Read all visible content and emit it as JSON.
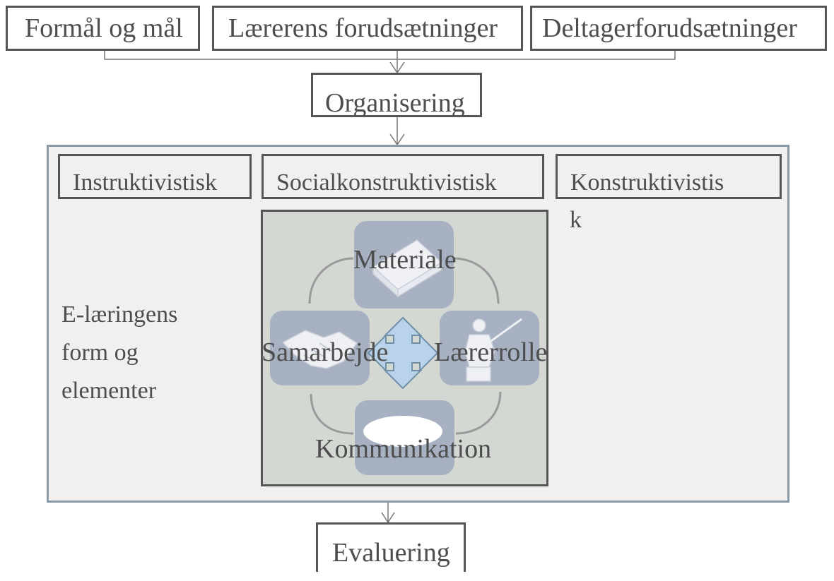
{
  "top_boxes": {
    "purpose": "Formål og mål",
    "teacher": "Lærerens forudsætninger",
    "participant": "Deltagerforudsætninger"
  },
  "organisering": "Organisering",
  "approaches": {
    "instruktivistisk": "Instruktivistisk",
    "socialkonstruktivistisk": "Socialkonstruktivistisk",
    "konstruktivistisk_line1": "Konstruktivistis",
    "konstruktivistisk_line2": "k"
  },
  "region_label": {
    "line1": "E-læringens",
    "line2": "form og",
    "line3": "elementer"
  },
  "cycle": {
    "materiale": "Materiale",
    "samarbejde": "Samarbejde",
    "laererrolle": "Lærerrolle",
    "kommunikation": "Kommunikation"
  },
  "evaluering": "Evaluering",
  "icons": [
    "book-icon",
    "handshake-icon",
    "teacher-icon",
    "speech-bubble-icon",
    "four-way-arrow-icon"
  ],
  "colors": {
    "outer_panel": "#f0f0f0",
    "outer_border": "#8a99a6",
    "inner_panel": "#d3d8d3",
    "icon_tile": "#a7b1c2",
    "cross_fill": "#b8d3ea",
    "cross_stroke": "#6f8fa8",
    "box_border": "#555555",
    "text": "#4d4d4d"
  }
}
